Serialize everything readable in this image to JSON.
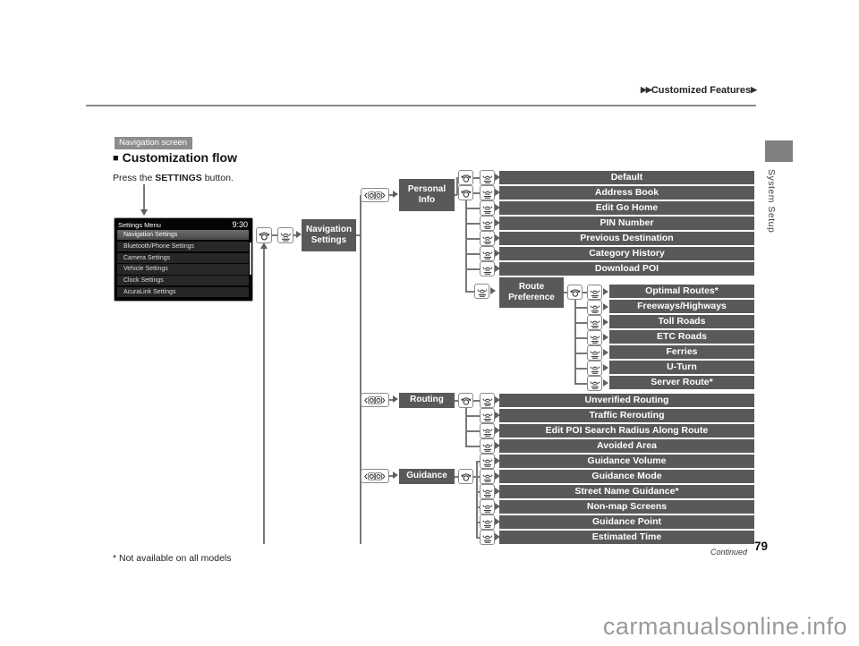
{
  "page": {
    "header_arrows_prefix": "▶▶",
    "header_title": "Customized Features",
    "header_arrow_suffix": "▶",
    "side_tab_label": "System Setup",
    "page_number": "79",
    "continued_label": "Continued",
    "footnote": "* Not available on all models",
    "watermark": "carmanualsonline.info"
  },
  "section": {
    "screen_badge": "Navigation screen",
    "heading_marker": "■",
    "heading": "Customization flow",
    "instruction_prefix": "Press the ",
    "instruction_button": "SETTINGS",
    "instruction_suffix": " button."
  },
  "settings_menu": {
    "title": "Settings Menu",
    "time": "9:30",
    "items": [
      "Navigation Settings",
      "Bluetooth/Phone Settings",
      "Camera Settings",
      "Vehicle Settings",
      "Clock Settings",
      "AcuraLink Settings"
    ]
  },
  "flow": {
    "root_label": "Navigation Settings",
    "personal_info": {
      "label": "Personal Info",
      "items": [
        "Default",
        "Address Book",
        "Edit Go Home",
        "PIN Number",
        "Previous Destination",
        "Category History",
        "Download POI"
      ]
    },
    "route_preference": {
      "label": "Route Preference",
      "items": [
        "Optimal Routes*",
        "Freeways/Highways",
        "Toll Roads",
        "ETC Roads",
        "Ferries",
        "U-Turn",
        "Server Route*"
      ]
    },
    "routing": {
      "label": "Routing",
      "items": [
        "Unverified Routing",
        "Traffic Rerouting",
        "Edit POI Search Radius Along Route",
        "Avoided Area"
      ]
    },
    "guidance": {
      "label": "Guidance",
      "items": [
        "Guidance Volume",
        "Guidance Mode",
        "Street Name Guidance*",
        "Non-map Screens",
        "Guidance Point",
        "Estimated Time"
      ]
    }
  },
  "icons": {
    "dial": "rotate-dial-icon",
    "press": "press-enter-icon",
    "scroll": "scroll-select-icon"
  },
  "colors": {
    "bar_bg": "#58595b",
    "badge_bg": "#8c8c8c",
    "side_tab_bg": "#808080",
    "line": "#787878",
    "screen_bg": "#050505",
    "watermark": "#9a9a9a"
  }
}
